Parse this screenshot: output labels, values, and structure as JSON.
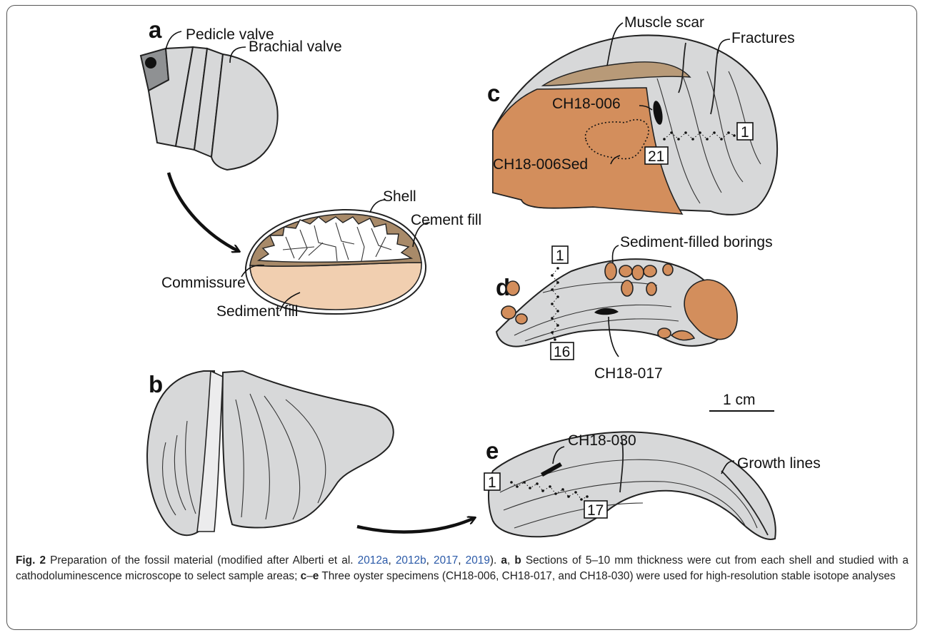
{
  "panels": {
    "a": {
      "letter": "a",
      "pedicle_valve": "Pedicle valve",
      "brachial_valve": "Brachial valve",
      "shell": "Shell",
      "cement_fill": "Cement fill",
      "commissure": "Commissure",
      "sediment_fill": "Sediment fill"
    },
    "b": {
      "letter": "b"
    },
    "c": {
      "letter": "c",
      "muscle_scar": "Muscle scar",
      "fractures": "Fractures",
      "sample": "CH18-006",
      "sediment_sample": "CH18-006Sed",
      "start": "1",
      "end": "21"
    },
    "d": {
      "letter": "d",
      "borings": "Sediment-filled borings",
      "sample": "CH18-017",
      "start": "1",
      "end": "16"
    },
    "e": {
      "letter": "e",
      "sample": "CH18-030",
      "growth_lines": "Growth lines",
      "start": "1",
      "end": "17"
    },
    "scale_bar": "1 cm"
  },
  "caption": {
    "label": "Fig. 2",
    "t1": " Preparation of the fossil material (modified after Alberti et al. ",
    "r1": "2012a",
    "t2": ", ",
    "r2": "2012b",
    "t3": ", ",
    "r3": "2017",
    "t4": ", ",
    "r4": "2019",
    "t5": "). ",
    "p1": "a",
    "t6": ", ",
    "p2": "b",
    "t7": " Sections of 5–10 mm thickness were cut from each shell and studied with a cathodoluminescence microscope to select sample areas; ",
    "p3": "c",
    "t8": "–",
    "p4": "e",
    "t9": " Three oyster specimens (CH18-006, CH18-017, and CH18-030) were used for high-resolution stable isotope analyses"
  },
  "colors": {
    "shell_gray": "#d7d8d9",
    "sediment_orange": "#d38e5c",
    "cement_brown": "#a88a69",
    "sediment_fill_tan": "#f1cfb0",
    "link_blue": "#2b5aa8"
  }
}
